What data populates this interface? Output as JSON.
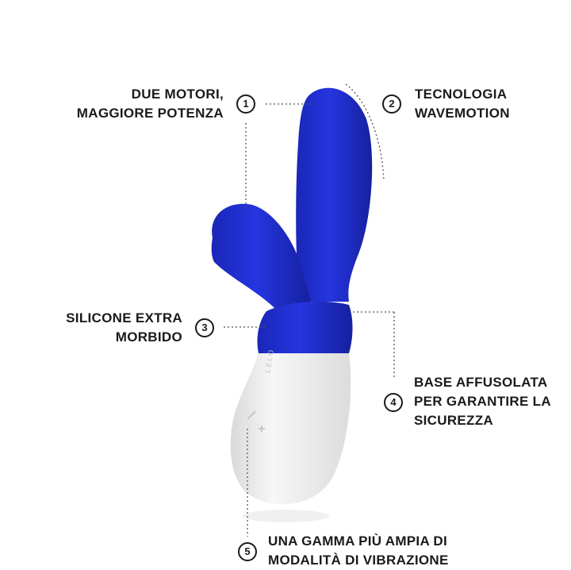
{
  "features": [
    {
      "number": "1",
      "lines": [
        "DUE MOTORI,",
        "MAGGIORE POTENZA"
      ]
    },
    {
      "number": "2",
      "lines": [
        "TECNOLOGIA",
        "WAVEMOTION"
      ]
    },
    {
      "number": "3",
      "lines": [
        "SILICONE EXTRA",
        "MORBIDO"
      ]
    },
    {
      "number": "4",
      "lines": [
        "BASE AFFUSOLATA",
        "PER GARANTIRE LA",
        "SICUREZZA"
      ]
    },
    {
      "number": "5",
      "lines": [
        "UNA GAMMA PIÙ AMPIA DI",
        "MODALITÀ DI VIBRAZIONE"
      ]
    }
  ],
  "product": {
    "body_color": "#1f2fd1",
    "handle_color": "#efefef",
    "logo_text": "LELO"
  }
}
